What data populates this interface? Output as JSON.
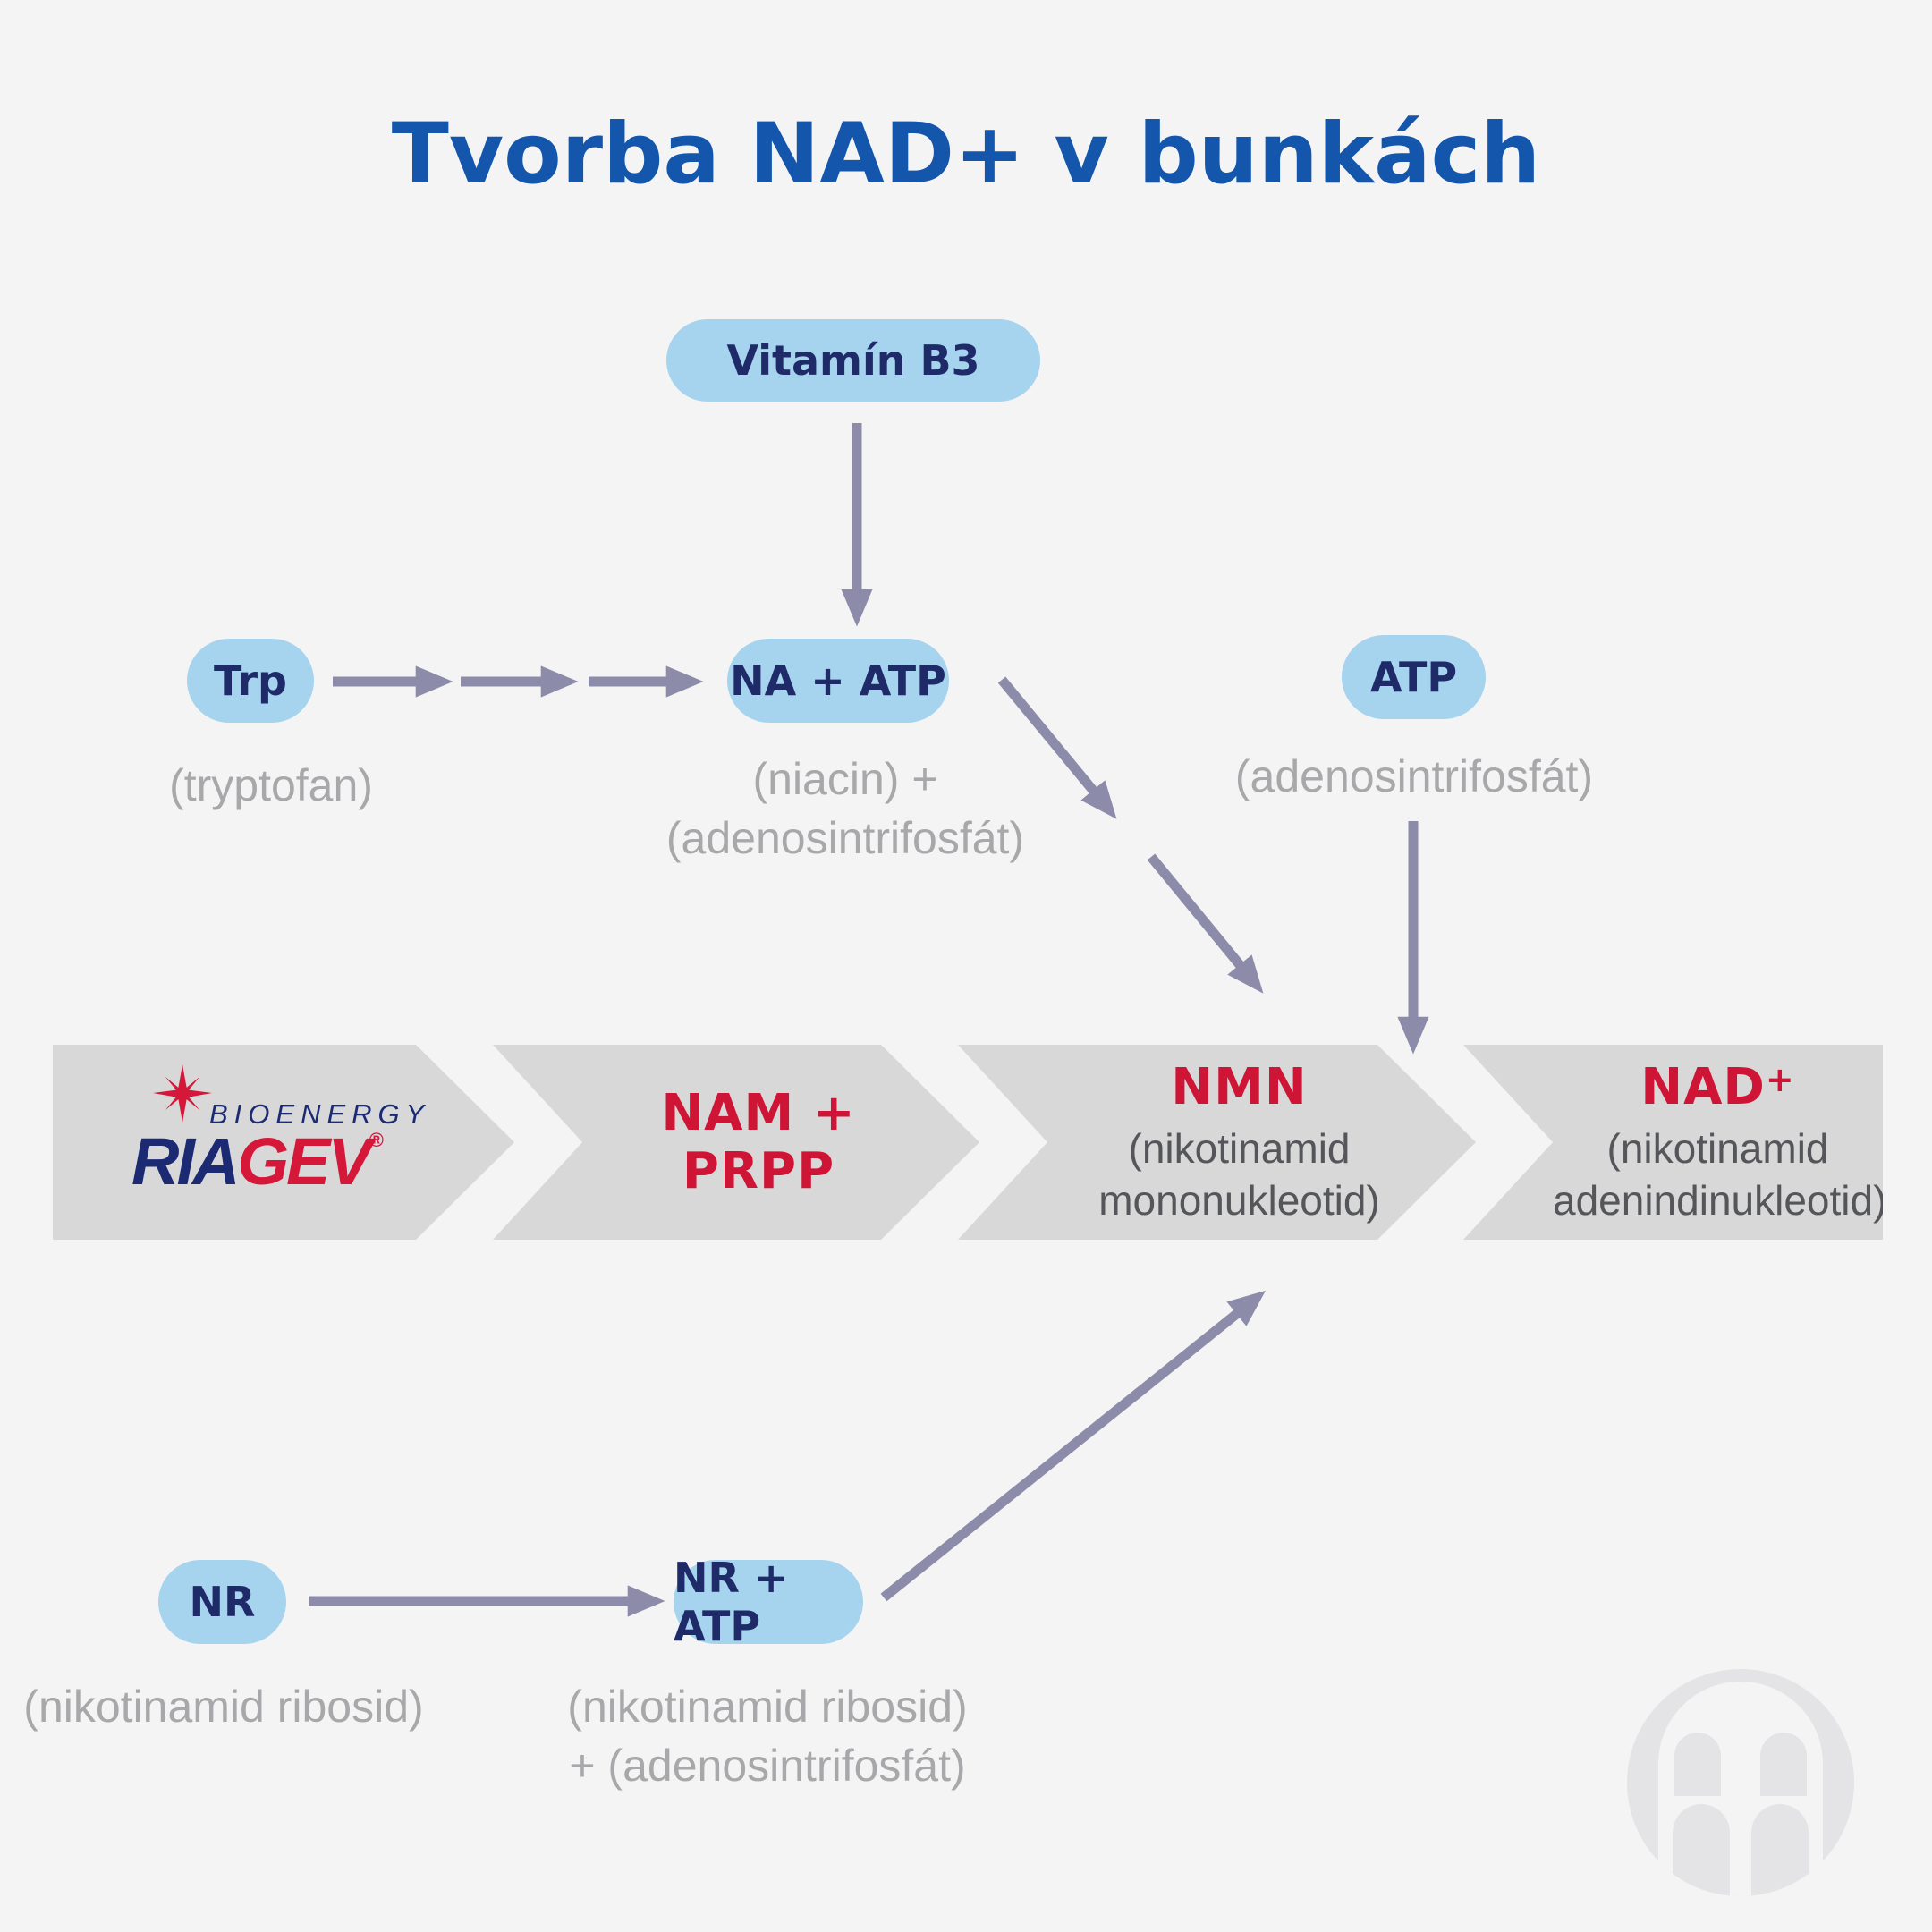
{
  "title": "Tvorba NAD+ v bunkách",
  "pills": {
    "vitamin_b3": {
      "label": "Vitamín B3"
    },
    "trp": {
      "label": "Trp",
      "note": "(tryptofan)"
    },
    "na_atp": {
      "label": "NA + ATP",
      "note_line1": "(niacin) +",
      "note_line2": "(adenosintrifosfát)"
    },
    "atp": {
      "label": "ATP",
      "note": "(adenosintrifosfát)"
    },
    "nr": {
      "label": "NR",
      "note": "(nikotinamid ribosid)"
    },
    "nr_atp": {
      "label": "NR + ATP",
      "note_line1": "(nikotinamid ribosid)",
      "note_line2": "+ (adenosintrifosfát)"
    }
  },
  "process_chain": {
    "logo": {
      "top": "BIOENERGY",
      "name_left": "RIA",
      "name_right": "GEV",
      "registered": "®"
    },
    "steps": [
      {
        "label": "NAM + PRPP"
      },
      {
        "label": "NMN",
        "sub_line1": "(nikotinamid",
        "sub_line2": "mononukleotid)"
      },
      {
        "label": "NAD",
        "superscript": "+",
        "sub_line1": "(nikotinamid",
        "sub_line2": "adenindinukleotid)"
      }
    ]
  },
  "colors": {
    "background": "#f4f4f5",
    "title_blue": "#1456ab",
    "pill_blue": "#a6d3ee",
    "pill_text_navy": "#1f2b68",
    "note_gray": "#a8a8ab",
    "arrow_purple": "#8c8caa",
    "chevron_gray": "#d8d8d9",
    "accent_red": "#ce1535",
    "chevron_sub_gray": "#55565a",
    "logo_navy": "#1c2a74",
    "logo_red": "#d5173a",
    "watermark_gray": "#e4e4e6"
  }
}
